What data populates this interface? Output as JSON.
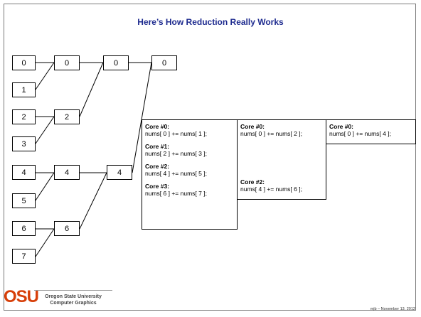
{
  "slide": {
    "title": "Here’s How Reduction Really Works",
    "footer": "mjb – November 13, 2012"
  },
  "logo": {
    "mark": "OSU",
    "line1": "Oregon State University",
    "line2": "Computer Graphics"
  },
  "diagram": {
    "input_nodes": [
      "0",
      "1",
      "2",
      "3",
      "4",
      "5",
      "6",
      "7"
    ],
    "level1_nodes": [
      "0",
      "2",
      "4",
      "6"
    ],
    "level2_nodes": [
      "0",
      "4"
    ],
    "level3_nodes": [
      "0"
    ],
    "steps": [
      {
        "ops": [
          {
            "core": "Core #0:",
            "code": "nums[ 0 ] += nums[ 1 ];"
          },
          {
            "core": "Core #1:",
            "code": "nums[ 2 ] += nums[ 3 ];"
          },
          {
            "core": "Core #2:",
            "code": "nums[ 4 ] += nums[ 5 ];"
          },
          {
            "core": "Core #3:",
            "code": "nums[ 6 ] += nums[ 7 ];"
          }
        ]
      },
      {
        "ops": [
          {
            "core": "Core #0:",
            "code": "nums[ 0 ] += nums[ 2 ];"
          },
          {
            "core": "Core #2:",
            "code": "nums[ 4 ] += nums[ 6 ];"
          }
        ]
      },
      {
        "ops": [
          {
            "core": "Core #0:",
            "code": "nums[ 0 ] += nums[ 4 ];"
          }
        ]
      }
    ]
  }
}
